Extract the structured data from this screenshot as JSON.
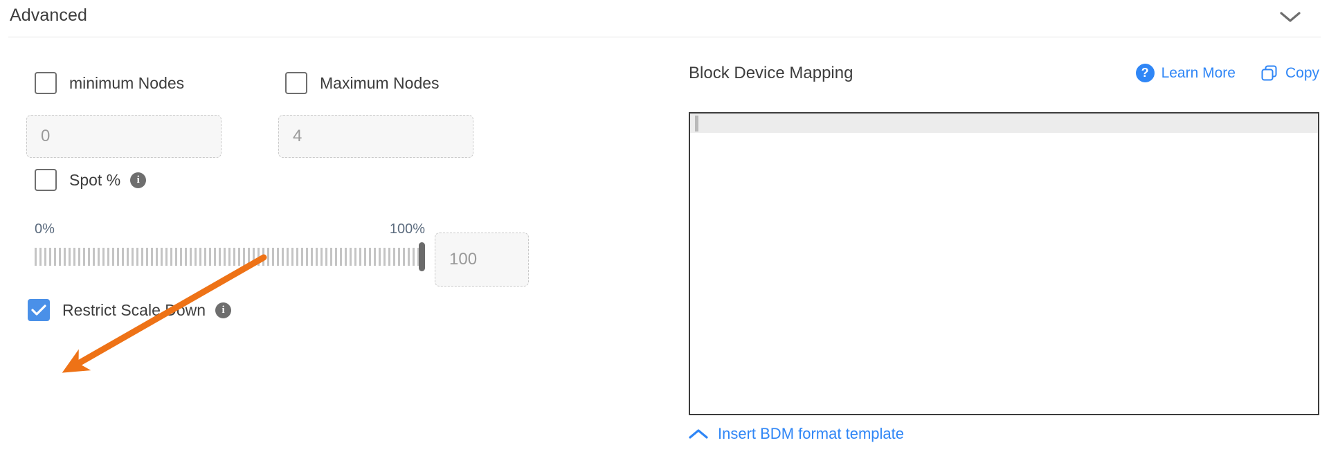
{
  "section": {
    "title": "Advanced",
    "collapse_icon": "chevron-down-icon"
  },
  "left_panel": {
    "min_nodes": {
      "checkbox_checked": false,
      "label": "minimum Nodes",
      "input_placeholder": "0"
    },
    "max_nodes": {
      "checkbox_checked": false,
      "label": "Maximum Nodes",
      "input_placeholder": "4"
    },
    "spot": {
      "checkbox_checked": false,
      "label": "Spot %",
      "info_icon": "info-icon",
      "info_glyph": "i"
    },
    "slider": {
      "min_label": "0%",
      "max_label": "100%",
      "value": 100,
      "value_input_placeholder": "100"
    },
    "restrict_scale_down": {
      "checkbox_checked": true,
      "label": "Restrict Scale Down",
      "info_icon": "info-icon",
      "info_glyph": "i",
      "check_color": "#4a90e8"
    }
  },
  "right_panel": {
    "title": "Block Device Mapping",
    "learn_more": {
      "label": "Learn More",
      "icon": "question-circle-icon",
      "glyph": "?"
    },
    "copy": {
      "label": "Copy",
      "icon": "copy-icon"
    },
    "editor": {
      "content": "",
      "first_line_highlighted": true
    },
    "footer_link": {
      "label": "Insert BDM format template",
      "icon": "chevron-up-icon"
    },
    "link_color": "#2f86f6"
  },
  "annotation": {
    "type": "arrow",
    "color": "#ee7216",
    "points_to": "restrict-scale-down-checkbox"
  }
}
